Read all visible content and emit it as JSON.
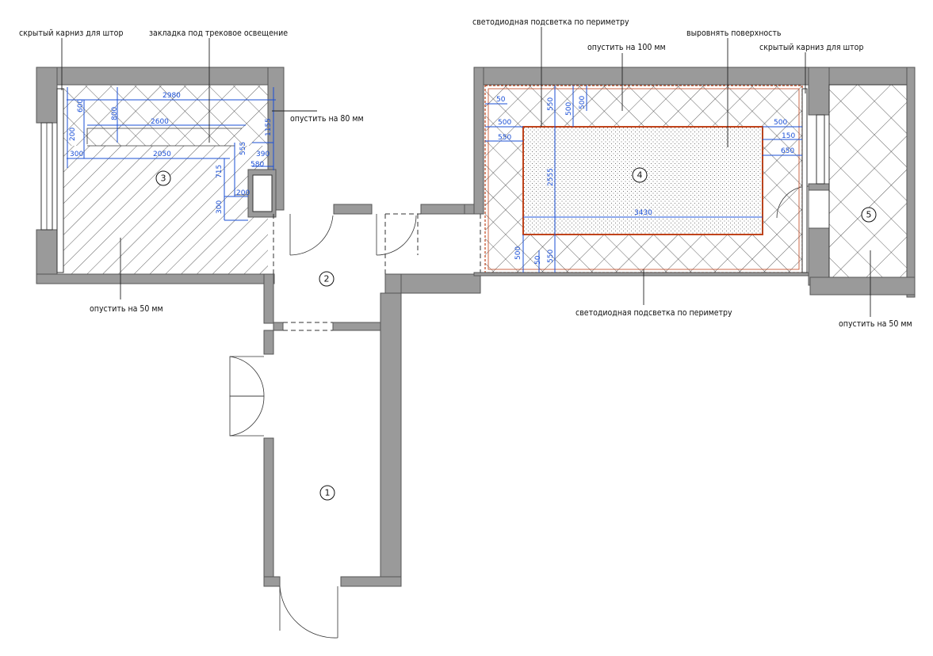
{
  "annotations": {
    "curtain_left": "скрытый карниз для штор",
    "track_light": "закладка под трековое освещение",
    "lower_80": "опустить на 80 мм",
    "lower_50_left": "опустить на 50 мм",
    "led_top": "светодиодная подсветка по периметру",
    "lower_100": "опустить на 100 мм",
    "level_surface": "выровнять поверхность",
    "curtain_right": "скрытый карниз для штор",
    "led_bottom": "светодиодная подсветка по периметру",
    "lower_50_right": "опустить на 50 мм"
  },
  "rooms": {
    "r1": "1",
    "r2": "2",
    "r3": "3",
    "r4": "4",
    "r5": "5"
  },
  "dims_left": {
    "d2980": "2980",
    "d2600": "2600",
    "d2050": "2050",
    "d600": "600",
    "d800": "800",
    "d200a": "200",
    "d300a": "300",
    "d1155": "1155",
    "d555": "555",
    "d390": "390",
    "d580": "580",
    "d715": "715",
    "d200b": "200",
    "d300b": "300"
  },
  "dims_right": {
    "d50a": "50",
    "d500a": "500",
    "d550a": "550",
    "d550b": "550",
    "d500b": "500",
    "d500c": "500",
    "d2555": "2555",
    "d3430": "3430",
    "d500d": "500",
    "d150": "150",
    "d650": "650",
    "d500e": "500",
    "d50b": "50",
    "d550c": "550"
  }
}
